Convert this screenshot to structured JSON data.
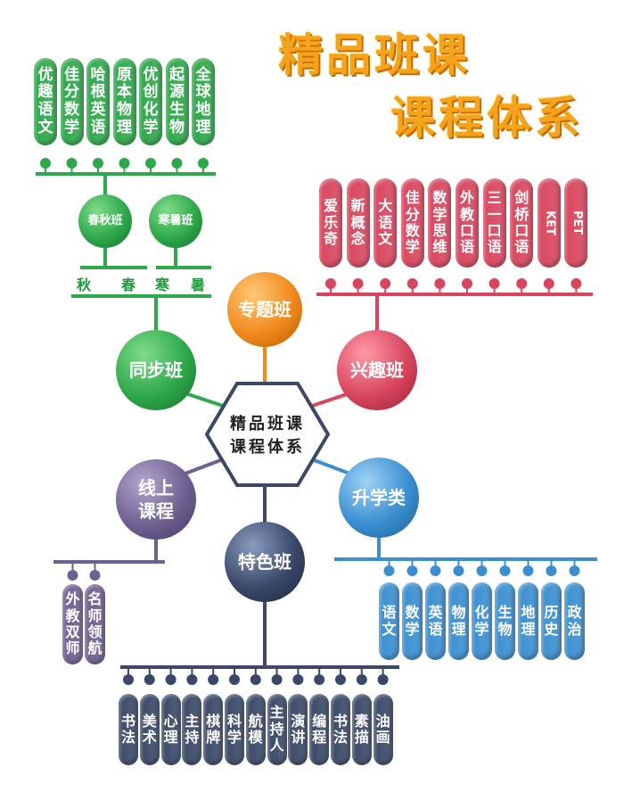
{
  "title": {
    "line1": "精品班课",
    "line2": "课程体系"
  },
  "center": {
    "line1": "精品班课",
    "line2": "课程体系"
  },
  "colors": {
    "green": "#2ea84a",
    "orange": "#f08a1c",
    "red": "#d8465e",
    "blue": "#3b8fd0",
    "purple": "#6e6090",
    "navy": "#3a4968"
  },
  "nodes": {
    "tongbu": "同步班",
    "zhuanti": "专题班",
    "xingqu": "兴趣班",
    "shengxue": "升学类",
    "xianshang": "线上课程",
    "tese": "特色班",
    "chunqiu": "春秋班",
    "hanshu": "寒暑班"
  },
  "seasons": [
    "秋",
    "春",
    "寒",
    "暑"
  ],
  "green_courses": [
    "优趣语文",
    "佳分数学",
    "哈根英语",
    "原本物理",
    "优创化学",
    "起源生物",
    "全球地理"
  ],
  "red_courses": [
    "爱乐奇",
    "新概念",
    "大语文",
    "佳分数学",
    "数学思维",
    "外教口语",
    "三一口语",
    "剑桥口语",
    "KET",
    "PET"
  ],
  "blue_courses": [
    "语文",
    "数学",
    "英语",
    "物理",
    "化学",
    "生物",
    "地理",
    "历史",
    "政治"
  ],
  "purple_courses": [
    "外教双师",
    "名师领航"
  ],
  "navy_courses": [
    "书法",
    "美术",
    "心理",
    "主持",
    "棋牌",
    "科学",
    "航模",
    "主持人",
    "演讲",
    "编程",
    "书法",
    "素描",
    "油画"
  ]
}
